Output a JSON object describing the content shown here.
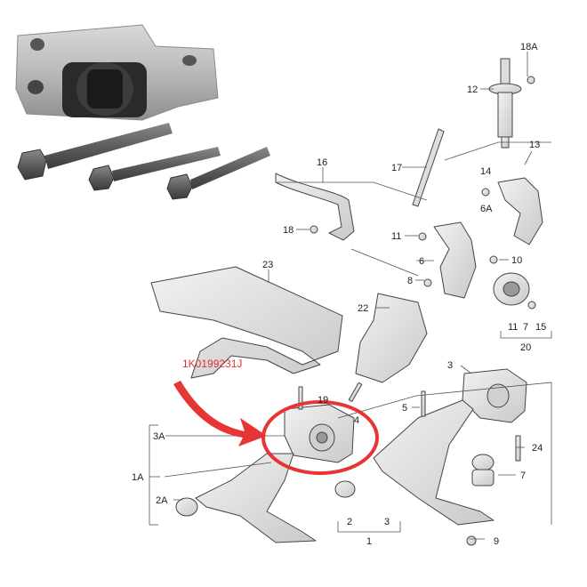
{
  "callout": {
    "part_number": "1K0199231J",
    "color": "#e63535"
  },
  "labels": {
    "l_18A": "18A",
    "l_12": "12",
    "l_13": "13",
    "l_14": "14",
    "l_6A": "6A",
    "l_17": "17",
    "l_16": "16",
    "l_18": "18",
    "l_11a": "11",
    "l_6": "6",
    "l_10a": "10",
    "l_8": "8",
    "l_23": "23",
    "l_22": "22",
    "l_15": "15",
    "l_11b": "11",
    "l_7a": "7",
    "l_20": "20",
    "l_3a": "3",
    "l_19": "19",
    "l_4": "4",
    "l_5": "5",
    "l_3A": "3A",
    "l_24": "24",
    "l_1A": "1A",
    "l_7b": "7",
    "l_2A": "2A",
    "l_2": "2",
    "l_3b": "3",
    "l_1": "1",
    "l_9": "9"
  }
}
